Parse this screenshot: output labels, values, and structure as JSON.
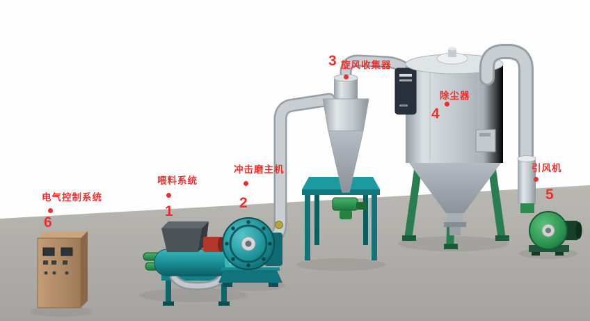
{
  "diagram": {
    "type": "equipment-flow-illustration",
    "description": "Impact mill grinding system with numbered component callouts"
  },
  "colors": {
    "label_red": "#e8302e",
    "machine_teal": "#17858c",
    "machine_green": "#2e9e4f",
    "tank_gray": "#c8cdd1",
    "floor_gray": "#aeaca7",
    "cabinet_tan": "#b5906d",
    "wall_white": "#ffffff"
  },
  "labels": [
    {
      "num": "1",
      "text": "喂料系统"
    },
    {
      "num": "2",
      "text": "冲击磨主机"
    },
    {
      "num": "3",
      "text": "旋风收集器"
    },
    {
      "num": "4",
      "text": "除尘器"
    },
    {
      "num": "5",
      "text": "引风机"
    },
    {
      "num": "6",
      "text": "电气控制系统"
    }
  ]
}
